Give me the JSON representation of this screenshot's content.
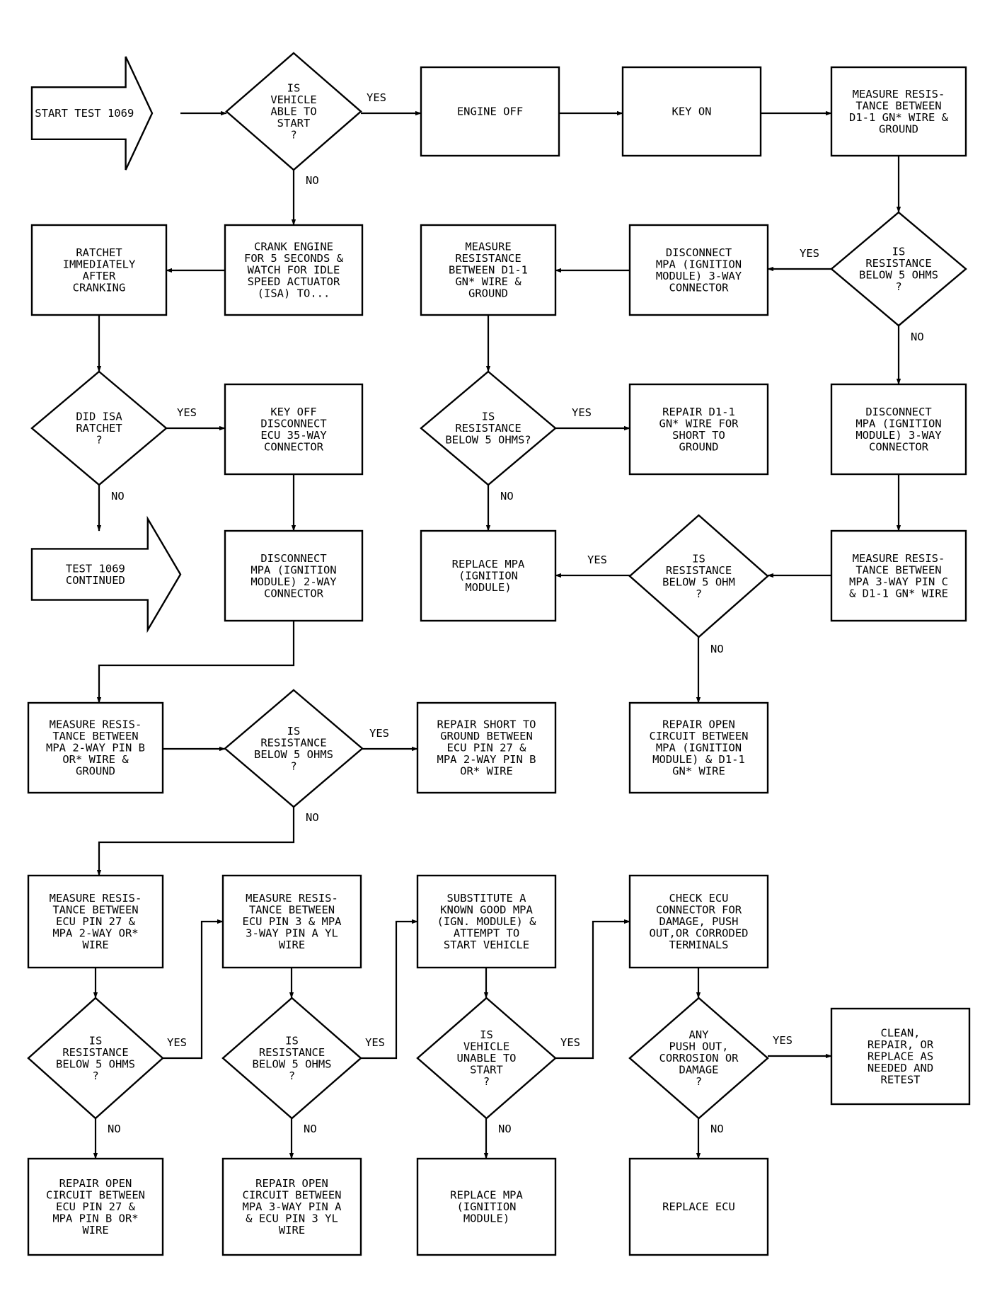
{
  "nodes": {
    "start": {
      "shape": "arrow",
      "lines": [
        "START TEST 1069"
      ]
    },
    "d_able": {
      "shape": "diamond",
      "lines": [
        "IS",
        "VEHICLE",
        "ABLE TO",
        "START",
        "?"
      ]
    },
    "engine_off": {
      "shape": "box",
      "lines": [
        "ENGINE OFF"
      ]
    },
    "key_on": {
      "shape": "box",
      "lines": [
        "KEY ON"
      ]
    },
    "measure_d1": {
      "shape": "box",
      "lines": [
        "MEASURE RESIS-",
        "TANCE BETWEEN",
        "D1-1 GN* WIRE &",
        "GROUND"
      ]
    },
    "crank": {
      "shape": "box",
      "lines": [
        "CRANK ENGINE",
        "FOR 5 SECONDS &",
        "WATCH FOR IDLE",
        "SPEED ACTUATOR",
        "(ISA) TO..."
      ]
    },
    "ratchet": {
      "shape": "box",
      "lines": [
        "RATCHET",
        "IMMEDIATELY",
        "AFTER",
        "CRANKING"
      ]
    },
    "measure_d1b": {
      "shape": "box",
      "lines": [
        "MEASURE",
        "RESISTANCE",
        "BETWEEN D1-1",
        "GN* WIRE &",
        "GROUND"
      ]
    },
    "disc_mpa3a": {
      "shape": "box",
      "lines": [
        "DISCONNECT",
        "MPA (IGNITION",
        "MODULE) 3-WAY",
        "CONNECTOR"
      ]
    },
    "d_res1": {
      "shape": "diamond",
      "lines": [
        "IS",
        "RESISTANCE",
        "BELOW 5 OHMS",
        "?"
      ]
    },
    "d_isa": {
      "shape": "diamond",
      "lines": [
        "DID ISA",
        "RATCHET",
        "?"
      ]
    },
    "keyoff_ecu": {
      "shape": "box",
      "lines": [
        "KEY OFF",
        "DISCONNECT",
        "ECU 35-WAY",
        "CONNECTOR"
      ]
    },
    "d_res2": {
      "shape": "diamond",
      "lines": [
        "IS",
        "RESISTANCE",
        "BELOW 5 OHMS?"
      ]
    },
    "repair_d1": {
      "shape": "box",
      "lines": [
        "REPAIR D1-1",
        "GN* WIRE FOR",
        "SHORT TO",
        "GROUND"
      ]
    },
    "disc_mpa3b": {
      "shape": "box",
      "lines": [
        "DISCONNECT",
        "MPA (IGNITION",
        "MODULE) 3-WAY",
        "CONNECTOR"
      ]
    },
    "continued": {
      "shape": "arrow",
      "lines": [
        "TEST 1069",
        "CONTINUED"
      ]
    },
    "disc_mpa2": {
      "shape": "box",
      "lines": [
        "DISCONNECT",
        "MPA (IGNITION",
        "MODULE) 2-WAY",
        "CONNECTOR"
      ]
    },
    "replace_mpa1": {
      "shape": "box",
      "lines": [
        "REPLACE MPA",
        "(IGNITION",
        "MODULE)"
      ]
    },
    "d_res3": {
      "shape": "diamond",
      "lines": [
        "IS",
        "RESISTANCE",
        "BELOW 5 OHM",
        "?"
      ]
    },
    "measure_pinc": {
      "shape": "box",
      "lines": [
        "MEASURE RESIS-",
        "TANCE BETWEEN",
        "MPA 3-WAY PIN C",
        "& D1-1 GN* WIRE"
      ]
    },
    "repair_open1": {
      "shape": "box",
      "lines": [
        "REPAIR OPEN",
        "CIRCUIT BETWEEN",
        "MPA (IGNITION",
        "MODULE) & D1-1",
        "GN* WIRE"
      ]
    },
    "measure_pinb": {
      "shape": "box",
      "lines": [
        "MEASURE RESIS-",
        "TANCE BETWEEN",
        "MPA 2-WAY PIN B",
        "OR* WIRE &",
        "GROUND"
      ]
    },
    "d_res4": {
      "shape": "diamond",
      "lines": [
        "IS",
        "RESISTANCE",
        "BELOW 5 OHMS",
        "?"
      ]
    },
    "repair_short": {
      "shape": "box",
      "lines": [
        "REPAIR SHORT TO",
        "GROUND BETWEEN",
        "ECU PIN 27 &",
        "MPA 2-WAY PIN B",
        "OR* WIRE"
      ]
    },
    "measure_ecu27": {
      "shape": "box",
      "lines": [
        "MEASURE RESIS-",
        "TANCE BETWEEN",
        "ECU PIN 27 &",
        "MPA 2-WAY OR*",
        "WIRE"
      ]
    },
    "measure_ecu3": {
      "shape": "box",
      "lines": [
        "MEASURE RESIS-",
        "TANCE BETWEEN",
        "ECU PIN 3 & MPA",
        "3-WAY PIN A YL",
        "WIRE"
      ]
    },
    "substitute": {
      "shape": "box",
      "lines": [
        "SUBSTITUTE A",
        "KNOWN GOOD MPA",
        "(IGN. MODULE) &",
        "ATTEMPT TO",
        "START VEHICLE"
      ]
    },
    "check_ecu": {
      "shape": "box",
      "lines": [
        "CHECK ECU",
        "CONNECTOR FOR",
        "DAMAGE, PUSH",
        "OUT,OR CORRODED",
        "TERMINALS"
      ]
    },
    "d_res5": {
      "shape": "diamond",
      "lines": [
        "IS",
        "RESISTANCE",
        "BELOW 5 OHMS",
        "?"
      ]
    },
    "d_res6": {
      "shape": "diamond",
      "lines": [
        "IS",
        "RESISTANCE",
        "BELOW 5 OHMS",
        "?"
      ]
    },
    "d_unable": {
      "shape": "diamond",
      "lines": [
        "IS",
        "VEHICLE",
        "UNABLE TO",
        "START",
        "?"
      ]
    },
    "d_push": {
      "shape": "diamond",
      "lines": [
        "ANY",
        "PUSH OUT,",
        "CORROSION OR",
        "DAMAGE",
        "?"
      ]
    },
    "clean": {
      "shape": "box",
      "lines": [
        "CLEAN,",
        "REPAIR, OR",
        "REPLACE AS",
        "NEEDED AND",
        "RETEST"
      ]
    },
    "repair_open27": {
      "shape": "box",
      "lines": [
        "REPAIR OPEN",
        "CIRCUIT BETWEEN",
        "ECU PIN 27 &",
        "MPA PIN B OR*",
        "WIRE"
      ]
    },
    "repair_open3": {
      "shape": "box",
      "lines": [
        "REPAIR OPEN",
        "CIRCUIT BETWEEN",
        "MPA 3-WAY PIN A",
        "& ECU PIN 3 YL",
        "WIRE"
      ]
    },
    "replace_mpa2": {
      "shape": "box",
      "lines": [
        "REPLACE MPA",
        "(IGNITION",
        "MODULE)"
      ]
    },
    "replace_ecu": {
      "shape": "box",
      "lines": [
        "REPLACE ECU"
      ]
    }
  },
  "edges": [
    {
      "from": "start",
      "to": "d_able",
      "label": ""
    },
    {
      "from": "d_able",
      "to": "engine_off",
      "label": "YES"
    },
    {
      "from": "engine_off",
      "to": "key_on",
      "label": ""
    },
    {
      "from": "key_on",
      "to": "measure_d1",
      "label": ""
    },
    {
      "from": "d_able",
      "to": "crank",
      "label": "NO"
    },
    {
      "from": "crank",
      "to": "ratchet",
      "label": ""
    },
    {
      "from": "measure_d1",
      "to": "d_res1",
      "label": ""
    },
    {
      "from": "d_res1",
      "to": "disc_mpa3a",
      "label": "YES"
    },
    {
      "from": "disc_mpa3a",
      "to": "measure_d1b",
      "label": ""
    },
    {
      "from": "d_res1",
      "to": "disc_mpa3b",
      "label": "NO"
    },
    {
      "from": "ratchet",
      "to": "d_isa",
      "label": ""
    },
    {
      "from": "d_isa",
      "to": "keyoff_ecu",
      "label": "YES"
    },
    {
      "from": "d_isa",
      "to": "continued",
      "label": "NO"
    },
    {
      "from": "keyoff_ecu",
      "to": "disc_mpa2",
      "label": ""
    },
    {
      "from": "measure_d1b",
      "to": "d_res2",
      "label": ""
    },
    {
      "from": "d_res2",
      "to": "repair_d1",
      "label": "YES"
    },
    {
      "from": "d_res2",
      "to": "replace_mpa1",
      "label": "NO"
    },
    {
      "from": "disc_mpa3b",
      "to": "measure_pinc",
      "label": ""
    },
    {
      "from": "measure_pinc",
      "to": "d_res3",
      "label": ""
    },
    {
      "from": "d_res3",
      "to": "replace_mpa1",
      "label": "YES"
    },
    {
      "from": "d_res3",
      "to": "repair_open1",
      "label": "NO"
    },
    {
      "from": "disc_mpa2",
      "to": "measure_pinb",
      "label": ""
    },
    {
      "from": "measure_pinb",
      "to": "d_res4",
      "label": ""
    },
    {
      "from": "d_res4",
      "to": "repair_short",
      "label": "YES"
    },
    {
      "from": "d_res4",
      "to": "measure_ecu27",
      "label": "NO"
    },
    {
      "from": "measure_ecu27",
      "to": "d_res5",
      "label": ""
    },
    {
      "from": "d_res5",
      "to": "measure_ecu3",
      "label": "YES"
    },
    {
      "from": "d_res5",
      "to": "repair_open27",
      "label": "NO"
    },
    {
      "from": "measure_ecu3",
      "to": "d_res6",
      "label": ""
    },
    {
      "from": "d_res6",
      "to": "substitute",
      "label": "YES"
    },
    {
      "from": "d_res6",
      "to": "repair_open3",
      "label": "NO"
    },
    {
      "from": "substitute",
      "to": "d_unable",
      "label": ""
    },
    {
      "from": "d_unable",
      "to": "check_ecu",
      "label": "YES"
    },
    {
      "from": "d_unable",
      "to": "replace_mpa2",
      "label": "NO"
    },
    {
      "from": "check_ecu",
      "to": "d_push",
      "label": ""
    },
    {
      "from": "d_push",
      "to": "clean",
      "label": "YES"
    },
    {
      "from": "d_push",
      "to": "replace_ecu",
      "label": "NO"
    }
  ]
}
